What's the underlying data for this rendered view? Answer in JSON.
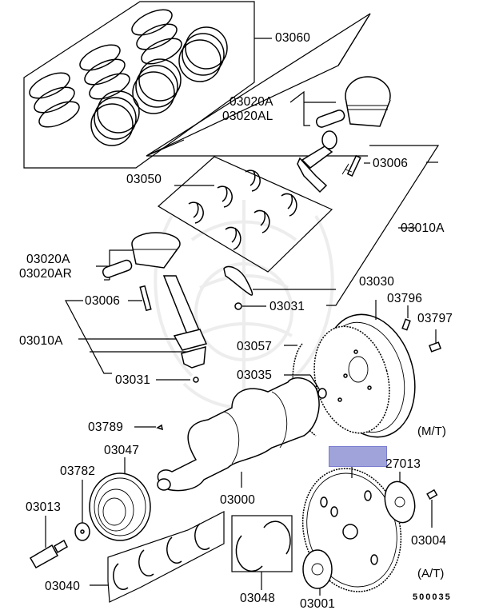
{
  "diagram": {
    "title": "Crankshaft, Piston & Flywheel Exploded Parts Diagram",
    "highlight_color": "#a0a3da",
    "diagram_code": "500035",
    "notes": {
      "manual_transmission": "(M/T)",
      "automatic_transmission": "(A/T)"
    },
    "labels": {
      "piston_rings": "03060",
      "piston_upper_a": "03020A",
      "piston_upper_al": "03020AL",
      "rod_bolt_upper": "03006",
      "rod_bearing_set": "03050",
      "conn_rod_right": "03010A",
      "piston_lower_a": "03020A",
      "piston_lower_ar": "03020AR",
      "rod_bolt_lower": "03006",
      "conn_rod_left": "03010A",
      "rod_nut_left": "03031",
      "rod_nut_right": "03031",
      "flywheel_mt": "03030",
      "flywheel_pin": "03796",
      "flywheel_bolt": "03797",
      "ring_gear": "03057",
      "pilot_bushing": "03035",
      "woodruff_key": "03789",
      "crank_pulley": "03047",
      "washer": "03782",
      "pulley_bolt": "03013",
      "crankshaft": "03000",
      "main_bearing_set": "03040",
      "thrust_bearing": "03048",
      "drive_plate_adapter": "03001",
      "drive_plate": "",
      "drive_plate_shim": "27013",
      "drive_plate_bolt": "03004"
    }
  }
}
